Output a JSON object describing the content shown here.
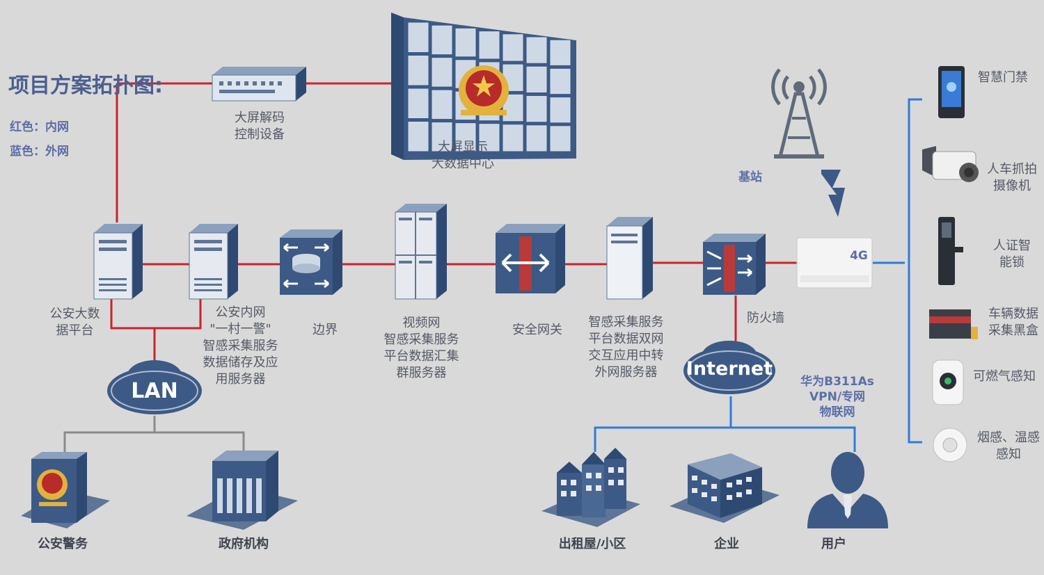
{
  "title": "项目方案拓扑图:",
  "legend": {
    "red": "红色：内网",
    "blue": "蓝色：外网"
  },
  "colors": {
    "inner_net": "#c8242c",
    "outer_net": "#2f7bd6",
    "device": "#3c5a85",
    "accent_text": "#5c6ea8"
  },
  "nodes": {
    "decoder": "大屏解码\n控制设备",
    "video_wall": "大屏显示\n大数据中心",
    "big_data": "公安大数\n据平台",
    "intranet_server": "公安内网\n\"一村一警\"\n智感采集服务\n数据储存及应\n用服务器",
    "border": "边界",
    "video_net": "视频网\n智感采集服务\n平台数据汇集\n群服务器",
    "gateway": "安全网关",
    "dual_net": "智感采集服务\n平台数据双网\n交互应用中转\n外网服务器",
    "firewall": "防火墙",
    "base_station": "基站",
    "router_4g": "4G",
    "huawei": "华为B311As\nVPN/专网\n物联网",
    "lan": "LAN",
    "internet": "Internet",
    "police": "公安警务",
    "government": "政府机构",
    "rental": "出租屋/小区",
    "enterprise": "企业",
    "user": "用户"
  },
  "devices": {
    "door": "智慧门禁",
    "camera": "人车抓拍\n摄像机",
    "lock": "人证智\n能锁",
    "vehicle": "车辆数据\n采集黑盒",
    "gas": "可燃气感知",
    "smoke": "烟感、温感\n感知"
  }
}
